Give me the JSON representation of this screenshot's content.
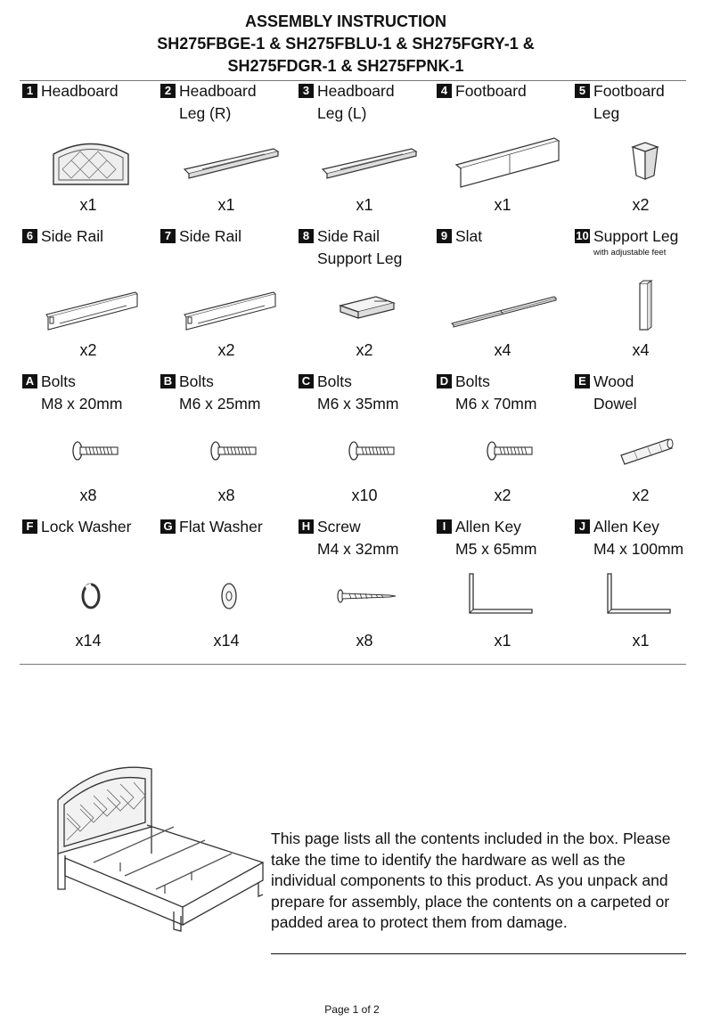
{
  "header": {
    "line1": "ASSEMBLY INSTRUCTION",
    "line2": "SH275FBGE-1 & SH275FBLU-1 & SH275FGRY-1 &",
    "line3": "SH275FDGR-1 & SH275FPNK-1"
  },
  "parts": [
    {
      "id": "1",
      "name": "Headboard",
      "qty": "x1",
      "icon": "headboard-icon"
    },
    {
      "id": "2",
      "name": "Headboard\nLeg (R)",
      "qty": "x1",
      "icon": "headboard-leg-icon"
    },
    {
      "id": "3",
      "name": "Headboard\nLeg (L)",
      "qty": "x1",
      "icon": "headboard-leg-icon"
    },
    {
      "id": "4",
      "name": "Footboard",
      "qty": "x1",
      "icon": "footboard-icon"
    },
    {
      "id": "5",
      "name": "Footboard\nLeg",
      "qty": "x2",
      "icon": "footboard-leg-icon"
    },
    {
      "id": "6",
      "name": "Side Rail",
      "qty": "x2",
      "icon": "side-rail-icon"
    },
    {
      "id": "7",
      "name": "Side Rail",
      "qty": "x2",
      "icon": "side-rail-icon"
    },
    {
      "id": "8",
      "name": "Side Rail\nSupport Leg",
      "qty": "x2",
      "icon": "support-leg-plate-icon"
    },
    {
      "id": "9",
      "name": "Slat",
      "qty": "x4",
      "icon": "slat-icon"
    },
    {
      "id": "10",
      "name": "Support Leg",
      "sub": "with adjustable feet",
      "qty": "x4",
      "icon": "support-leg-icon"
    }
  ],
  "hardware": [
    {
      "id": "A",
      "name": "Bolts\nM8 x 20mm",
      "qty": "x8",
      "icon": "bolt-icon"
    },
    {
      "id": "B",
      "name": "Bolts\nM6 x 25mm",
      "qty": "x8",
      "icon": "bolt-icon"
    },
    {
      "id": "C",
      "name": "Bolts\nM6 x 35mm",
      "qty": "x10",
      "icon": "bolt-icon"
    },
    {
      "id": "D",
      "name": "Bolts\nM6 x 70mm",
      "qty": "x2",
      "icon": "bolt-icon"
    },
    {
      "id": "E",
      "name": "Wood\nDowel",
      "qty": "x2",
      "icon": "dowel-icon"
    },
    {
      "id": "F",
      "name": "Lock Washer",
      "qty": "x14",
      "icon": "lock-washer-icon"
    },
    {
      "id": "G",
      "name": "Flat Washer",
      "qty": "x14",
      "icon": "flat-washer-icon"
    },
    {
      "id": "H",
      "name": "Screw\nM4 x 32mm",
      "qty": "x8",
      "icon": "screw-icon"
    },
    {
      "id": "I",
      "name": "Allen Key\nM5 x 65mm",
      "qty": "x1",
      "icon": "allen-key-icon"
    },
    {
      "id": "J",
      "name": "Allen Key\nM4 x 100mm",
      "qty": "x1",
      "icon": "allen-key-icon"
    }
  ],
  "description": "This page lists all the contents included in the box. Please take the time to identify the hardware as well as the individual components to this product. As you unpack and prepare for assembly, place the contents on a carpeted or padded area to protect them from damage.",
  "footer": "Page 1 of 2"
}
